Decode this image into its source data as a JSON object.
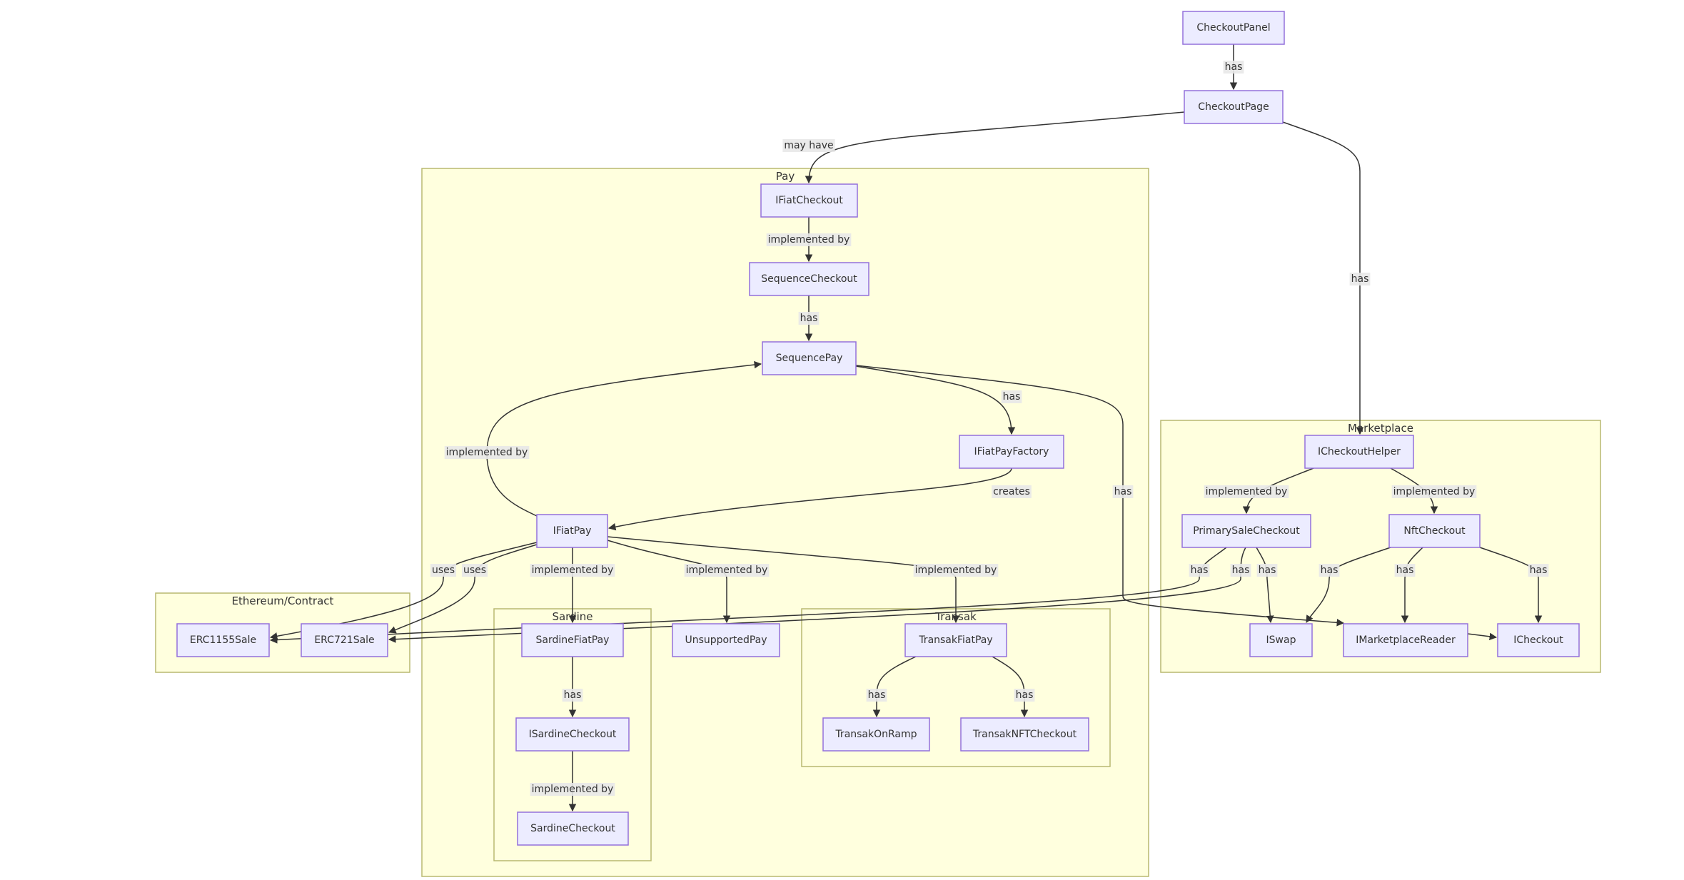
{
  "clusters": [
    {
      "id": "pay",
      "title": "Pay"
    },
    {
      "id": "marketplace",
      "title": "Marketplace"
    },
    {
      "id": "ethereum",
      "title": "Ethereum/Contract"
    },
    {
      "id": "sardine",
      "title": "Sardine"
    },
    {
      "id": "transak",
      "title": "Transak"
    }
  ],
  "nodes": [
    {
      "id": "CheckoutPanel",
      "label": "CheckoutPanel"
    },
    {
      "id": "CheckoutPage",
      "label": "CheckoutPage"
    },
    {
      "id": "IFiatCheckout",
      "label": "IFiatCheckout"
    },
    {
      "id": "SequenceCheckout",
      "label": "SequenceCheckout"
    },
    {
      "id": "SequencePay",
      "label": "SequencePay"
    },
    {
      "id": "IFiatPayFactory",
      "label": "IFiatPayFactory"
    },
    {
      "id": "IFiatPay",
      "label": "IFiatPay"
    },
    {
      "id": "SardineFiatPay",
      "label": "SardineFiatPay"
    },
    {
      "id": "ISardineCheckout",
      "label": "ISardineCheckout"
    },
    {
      "id": "SardineCheckout",
      "label": "SardineCheckout"
    },
    {
      "id": "UnsupportedPay",
      "label": "UnsupportedPay"
    },
    {
      "id": "TransakFiatPay",
      "label": "TransakFiatPay"
    },
    {
      "id": "TransakOnRamp",
      "label": "TransakOnRamp"
    },
    {
      "id": "TransakNFTCheckout",
      "label": "TransakNFTCheckout"
    },
    {
      "id": "ERC1155Sale",
      "label": "ERC1155Sale"
    },
    {
      "id": "ERC721Sale",
      "label": "ERC721Sale"
    },
    {
      "id": "ICheckoutHelper",
      "label": "ICheckoutHelper"
    },
    {
      "id": "PrimarySaleCheckout",
      "label": "PrimarySaleCheckout"
    },
    {
      "id": "NftCheckout",
      "label": "NftCheckout"
    },
    {
      "id": "ISwap",
      "label": "ISwap"
    },
    {
      "id": "IMarketplaceReader",
      "label": "IMarketplaceReader"
    },
    {
      "id": "ICheckout",
      "label": "ICheckout"
    }
  ],
  "edges": [
    {
      "from": "CheckoutPanel",
      "to": "CheckoutPage",
      "label": "has"
    },
    {
      "from": "CheckoutPage",
      "to": "IFiatCheckout",
      "label": "may have"
    },
    {
      "from": "CheckoutPage",
      "to": "ICheckoutHelper",
      "label": "has"
    },
    {
      "from": "IFiatCheckout",
      "to": "SequenceCheckout",
      "label": "implemented by"
    },
    {
      "from": "SequenceCheckout",
      "to": "SequencePay",
      "label": "has"
    },
    {
      "from": "SequencePay",
      "to": "IFiatPayFactory",
      "label": "has"
    },
    {
      "from": "SequencePay",
      "to": "IMarketplaceReader",
      "label": "has"
    },
    {
      "from": "IFiatPay",
      "to": "SequencePay",
      "label": "implemented by"
    },
    {
      "from": "IFiatPayFactory",
      "to": "IFiatPay",
      "label": "creates"
    },
    {
      "from": "IFiatPay",
      "to": "ERC1155Sale",
      "label": "uses"
    },
    {
      "from": "IFiatPay",
      "to": "ERC721Sale",
      "label": "uses"
    },
    {
      "from": "IFiatPay",
      "to": "SardineFiatPay",
      "label": "implemented by"
    },
    {
      "from": "IFiatPay",
      "to": "UnsupportedPay",
      "label": "implemented by"
    },
    {
      "from": "IFiatPay",
      "to": "TransakFiatPay",
      "label": "implemented by"
    },
    {
      "from": "SardineFiatPay",
      "to": "ISardineCheckout",
      "label": "has"
    },
    {
      "from": "ISardineCheckout",
      "to": "SardineCheckout",
      "label": "implemented by"
    },
    {
      "from": "TransakFiatPay",
      "to": "TransakOnRamp",
      "label": "has"
    },
    {
      "from": "TransakFiatPay",
      "to": "TransakNFTCheckout",
      "label": "has"
    },
    {
      "from": "ICheckoutHelper",
      "to": "PrimarySaleCheckout",
      "label": "implemented by"
    },
    {
      "from": "ICheckoutHelper",
      "to": "NftCheckout",
      "label": "implemented by"
    },
    {
      "from": "PrimarySaleCheckout",
      "to": "ERC1155Sale",
      "label": "has"
    },
    {
      "from": "PrimarySaleCheckout",
      "to": "ERC721Sale",
      "label": "has"
    },
    {
      "from": "PrimarySaleCheckout",
      "to": "ISwap",
      "label": "has"
    },
    {
      "from": "NftCheckout",
      "to": "ISwap",
      "label": "has"
    },
    {
      "from": "NftCheckout",
      "to": "IMarketplaceReader",
      "label": "has"
    },
    {
      "from": "NftCheckout",
      "to": "ICheckout",
      "label": "has"
    },
    {
      "from": "IMarketplaceReader",
      "to": "ICheckout",
      "label": ""
    }
  ],
  "colors": {
    "node_fill": "#ececff",
    "node_stroke": "#9370db",
    "cluster_fill": "#ffffde",
    "cluster_stroke": "#b9b970",
    "edge": "#333333",
    "label_bg": "#e8e8e8"
  }
}
